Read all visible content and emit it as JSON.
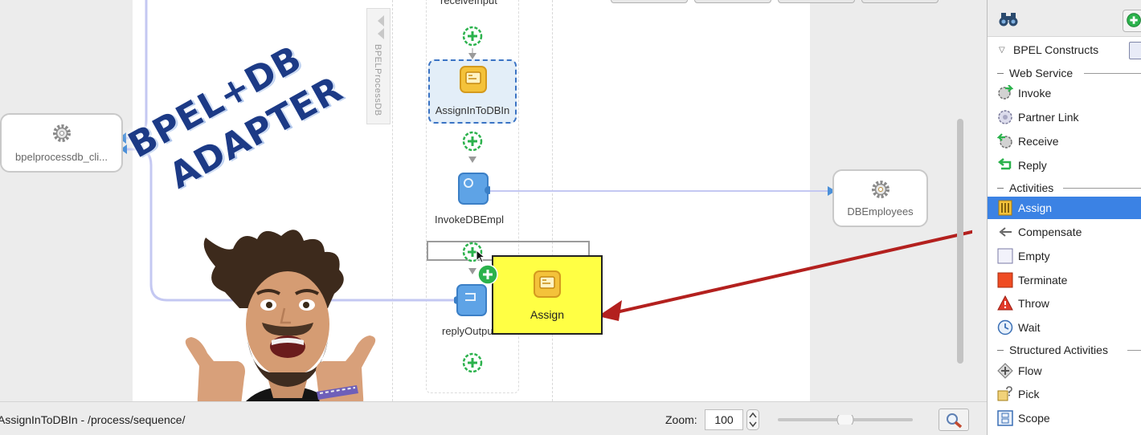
{
  "canvas": {
    "partner_client_label": "bpelprocessdb_cli...",
    "partner_db_label": "DBEmployees",
    "process_tab_label": "BPELProcessDB",
    "receive_label": "receiveInput",
    "assign_activity_label": "AssignInToDBIn",
    "invoke_activity_label": "InvokeDBEmpl",
    "reply_activity_label": "replyOutput",
    "drag_ghost_label": "Assign"
  },
  "overlay": {
    "line1": "BPEL+DB",
    "line2": "ADAPTER"
  },
  "statusbar": {
    "path": "AssignInToDBIn - /process/sequence/",
    "zoom_label": "Zoom:",
    "zoom_value": "100",
    "zoom_slider_fraction": 0.5
  },
  "palette": {
    "header": "BPEL Constructs",
    "sections": [
      {
        "label": "Web Service",
        "items": [
          {
            "label": "Invoke",
            "icon": "invoke-icon"
          },
          {
            "label": "Partner Link",
            "icon": "partner-link-icon"
          },
          {
            "label": "Receive",
            "icon": "receive-icon"
          },
          {
            "label": "Reply",
            "icon": "reply-icon"
          }
        ]
      },
      {
        "label": "Activities",
        "items": [
          {
            "label": "Assign",
            "icon": "assign-icon",
            "selected": true
          },
          {
            "label": "Compensate",
            "icon": "compensate-icon"
          },
          {
            "label": "Empty",
            "icon": "empty-icon"
          },
          {
            "label": "Terminate",
            "icon": "terminate-icon"
          },
          {
            "label": "Throw",
            "icon": "throw-icon"
          },
          {
            "label": "Wait",
            "icon": "wait-icon"
          }
        ]
      },
      {
        "label": "Structured Activities",
        "items": [
          {
            "label": "Flow",
            "icon": "flow-icon"
          },
          {
            "label": "Pick",
            "icon": "pick-icon"
          },
          {
            "label": "Scope",
            "icon": "scope-icon"
          }
        ]
      }
    ]
  },
  "colors": {
    "selection_blue": "#3b82e4",
    "drag_yellow": "#ffff44",
    "wire_lavender": "#c4c8f2",
    "add_green": "#2bb24c",
    "arrow_red": "#b3201e",
    "overlay_text": "#1c3a86"
  }
}
